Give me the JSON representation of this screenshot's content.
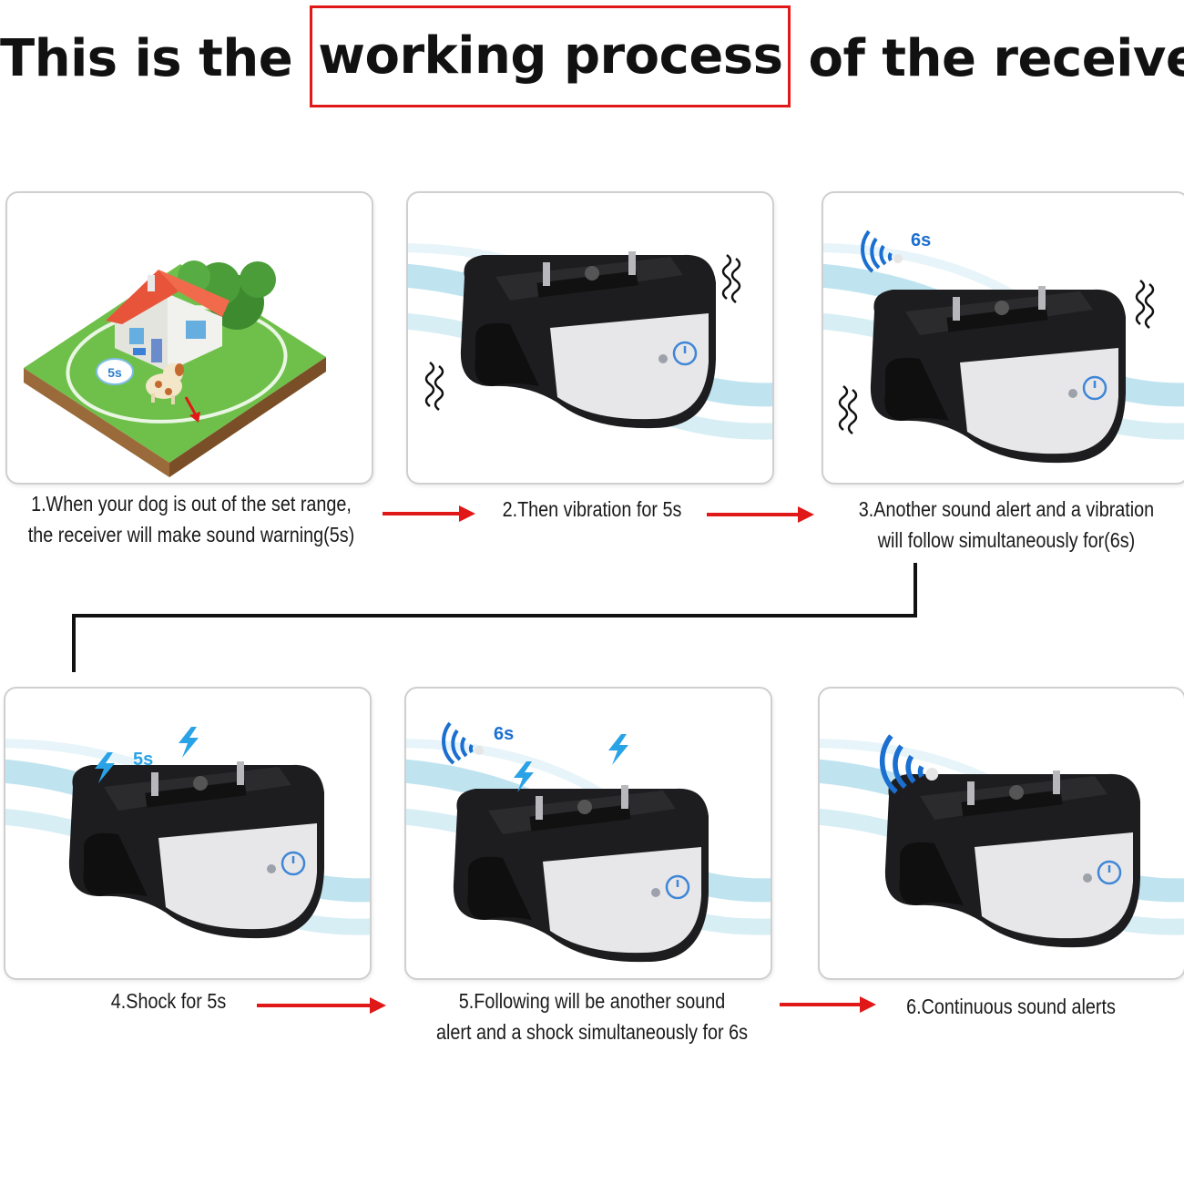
{
  "title": {
    "before": "This is the",
    "highlight": "working process",
    "after": "of the receiver"
  },
  "colors": {
    "accent_red": "#e01818",
    "sound_blue": "#1a6fd0",
    "bolt_blue": "#2aa3e6",
    "wave_light": "#bfe4ef",
    "device_black": "#1d1d1f",
    "device_face": "#e7e7ea",
    "lawn_green": "#6fc04a"
  },
  "steps": [
    {
      "number": 1,
      "lines": [
        "1.When your dog is out of the set range,",
        "the receiver will make sound warning(5s)"
      ],
      "illustration": "house-lawn-dog",
      "badge": "5s"
    },
    {
      "number": 2,
      "lines": [
        "2.Then vibration for 5s"
      ],
      "illustration": "receiver-vibrating",
      "badge": ""
    },
    {
      "number": 3,
      "lines": [
        "3.Another sound alert and a vibration",
        "will follow simultaneously for(6s)"
      ],
      "illustration": "receiver-sound-vibration",
      "badge": "6s"
    },
    {
      "number": 4,
      "lines": [
        "4.Shock for 5s"
      ],
      "illustration": "receiver-shock",
      "badge": "5s"
    },
    {
      "number": 5,
      "lines": [
        "5.Following will be another sound",
        "alert and a shock simultaneously for 6s"
      ],
      "illustration": "receiver-sound-shock",
      "badge": "6s"
    },
    {
      "number": 6,
      "lines": [
        "6.Continuous sound alerts"
      ],
      "illustration": "receiver-sound",
      "badge": ""
    }
  ],
  "icons": [
    "arrow-right-icon",
    "sound-wave-icon",
    "lightning-bolt-icon",
    "vibration-icon",
    "power-button-icon",
    "house-icon",
    "dog-icon"
  ]
}
